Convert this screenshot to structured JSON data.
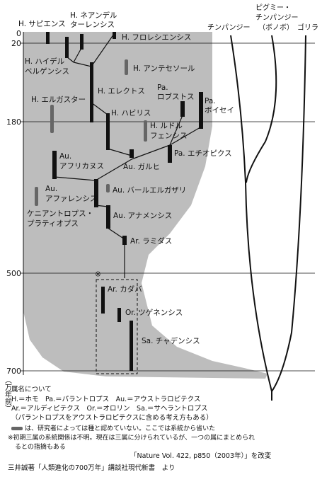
{
  "column_headers": {
    "chimp": "チンパンジー",
    "pygmy_line1": "ピグミー・",
    "pygmy_line2": "チンパンジー",
    "pygmy_line3": "（ボノボ）",
    "gorilla": "ゴリラ"
  },
  "axis": {
    "ticks": [
      "0",
      "20",
      "180",
      "500",
      "700"
    ],
    "unit": "（万年前）"
  },
  "species": {
    "sapiens": "H. サピエンス",
    "neanderthal_1": "H. ネアンデル",
    "neanderthal_2": "ターレンシス",
    "floresiensis": "H. フロレシエンシス",
    "heidelberg_1": "H. ハイデル",
    "heidelberg_2": "ベルゲンシス",
    "antecessor": "H. アンテセソール",
    "ergaster": "H. エルガスター",
    "erectus": "H. エレクトス",
    "robustus_1": "Pa.",
    "robustus_2": "ロブストス",
    "boisei_1": "Pa.",
    "boisei_2": "ボイセイ",
    "habilis": "H. ハビリス",
    "rudolf_1": "H. ルドル",
    "rudolf_2": "フェンシス",
    "aethiopicus": "Pa. エチオピクス",
    "africanus_1": "Au.",
    "africanus_2": "アフリカヌス",
    "garhi": "Au. ガルヒ",
    "afarensis_1": "Au.",
    "afarensis_2": "アファレンシス",
    "bahrelghazali": "Au. バールエルガザリ",
    "kenyanthropus_1": "ケニアントロプス・",
    "kenyanthropus_2": "プラティオプス",
    "anamensis": "Au. アナメンシス",
    "ramidus": "Ar. ラミダス",
    "note_mark": "※",
    "kadabba": "Ar. カダバ",
    "tugenensis": "Or. ツゲネンシス",
    "tchadensis": "Sa. チャデンシス"
  },
  "legend": {
    "heading": "属名について",
    "line1": "H.＝ホモ　Pa.＝パラントロプス　Au.＝アウストラロピテクス",
    "line2": "Ar.＝アルディピテクス　Or.＝オロリン　Sa.＝サヘラントロプス",
    "line3": "（パラントロプスをアウストラロピテクスに含める考え方もある）",
    "note_hatched": "は、研究者によっては種と認めていない。ここでは系統から省いた",
    "note_early_1": "※初期三属の系統関係は不明。現在は三属に分けられているが、一つの属にまとめられ",
    "note_early_2": "るとの指摘もある",
    "source": "「Nature Vol. 422, p850（2003年）」を改変",
    "credit": "三井誠著「人類進化の700万年」講談社現代新書　より"
  },
  "colors": {
    "shade": "#bdbdbd",
    "ink": "#111111",
    "hatched": "#666666"
  }
}
